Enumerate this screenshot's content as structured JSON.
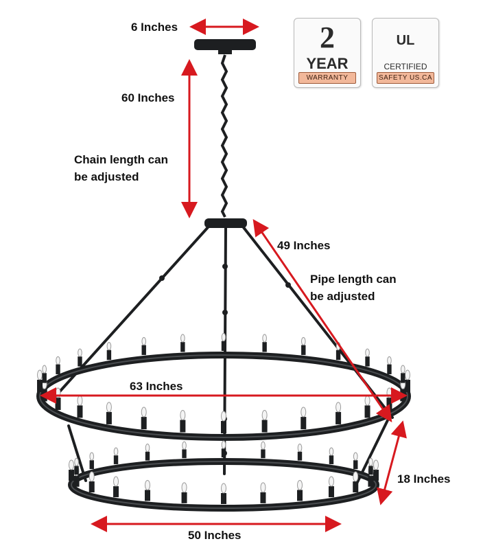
{
  "dimensions": {
    "canopy_width": "6 Inches",
    "chain_length": "60 Inches",
    "chain_note_line1": "Chain length can",
    "chain_note_line2": "be adjusted",
    "pipe_length": "49 Inches",
    "pipe_note_line1": "Pipe length can",
    "pipe_note_line2": "be adjusted",
    "upper_ring_diameter": "63 Inches",
    "tier_gap": "18 Inches",
    "lower_ring_diameter": "50 Inches"
  },
  "badges": {
    "warranty": {
      "number": "2",
      "word": "YEAR",
      "strip": "WARRANTY"
    },
    "certification": {
      "logo": "UL",
      "word": "CERTIFIED",
      "strip": "SAFETY US.CA"
    }
  },
  "colors": {
    "arrow": "#d7191f",
    "fixture": "#1d1f21",
    "badge_strip": "#f2b89a"
  }
}
